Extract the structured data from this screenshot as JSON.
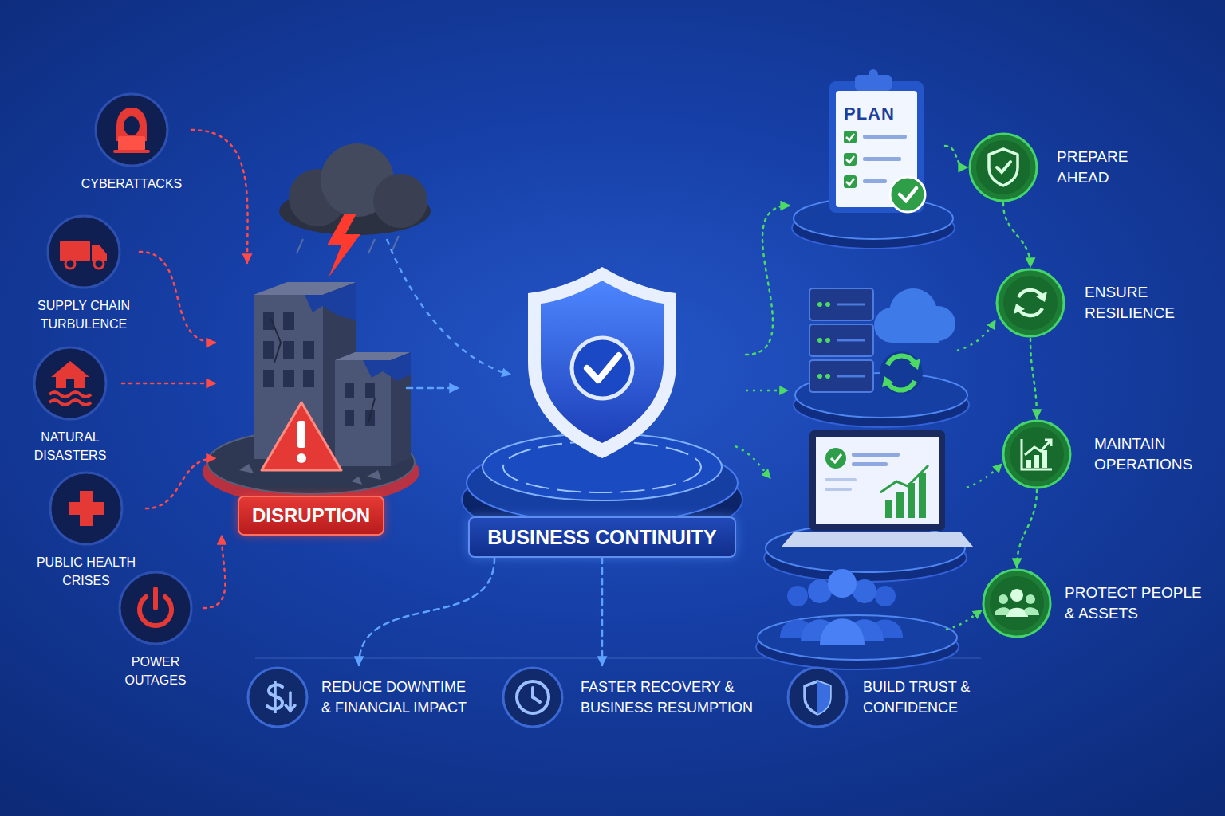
{
  "diagram": {
    "nodes": [
      {
        "text": [
          "CYBERATTACKS"
        ]
      },
      {
        "text": [
          "SUPPLY CHAIN TURBULENCE"
        ]
      },
      {
        "text": [
          "NATURAL DISASTERS"
        ]
      },
      {
        "text": [
          "PUBLIC HEALTH CRISES"
        ]
      },
      {
        "text": [
          "POWER OUTAGES"
        ]
      },
      {
        "text": [
          "DISRUPTION"
        ]
      },
      {
        "text": [
          "BUSINESS CONTINUITY"
        ]
      },
      {
        "text": [
          "PLAN"
        ]
      },
      {
        "text": [
          "PREPARE AHEAD"
        ]
      },
      {
        "text": [
          "ENSURE RESILIENCE"
        ]
      },
      {
        "text": [
          "MAINTAIN OPERATIONS"
        ]
      },
      {
        "text": [
          "PROTECT PEOPLE & ASSETS"
        ]
      },
      {
        "text": [
          "REDUCE DOWNTIME & FINANCIAL IMPACT"
        ]
      },
      {
        "text": [
          "FASTER RECOVERY & BUSINESS RESUMPTION"
        ]
      },
      {
        "text": [
          "BUILD TRUST & CONFIDENCE"
        ]
      }
    ],
    "edges": [
      {
        "from": 0,
        "to": 5,
        "arrow": "to"
      },
      {
        "from": 1,
        "to": 5,
        "arrow": "to"
      },
      {
        "from": 2,
        "to": 5,
        "arrow": "to"
      },
      {
        "from": 3,
        "to": 5,
        "arrow": "to"
      },
      {
        "from": 4,
        "to": 5,
        "arrow": "to"
      },
      {
        "from": 5,
        "to": 6,
        "arrow": "to"
      },
      {
        "from": 6,
        "to": 7,
        "arrow": "to"
      },
      {
        "from": 7,
        "to": 8,
        "arrow": "to"
      },
      {
        "from": 8,
        "to": 9,
        "arrow": "to"
      },
      {
        "from": 9,
        "to": 10,
        "arrow": "to"
      },
      {
        "from": 10,
        "to": 11,
        "arrow": "to"
      },
      {
        "from": 6,
        "to": 12,
        "arrow": "to"
      },
      {
        "from": 6,
        "to": 13,
        "arrow": "to"
      }
    ]
  }
}
